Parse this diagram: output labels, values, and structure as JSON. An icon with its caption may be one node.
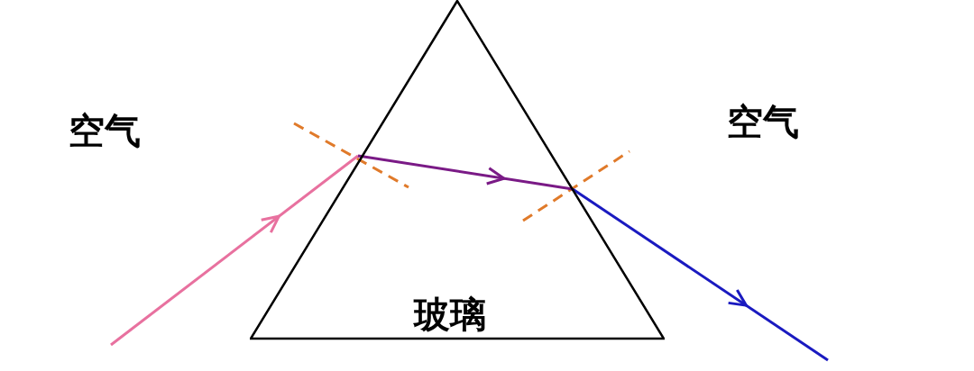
{
  "diagram": {
    "nodes": [
      {
        "text": [
          "玻璃"
        ]
      }
    ],
    "labels": [
      "空气",
      "空气"
    ]
  }
}
